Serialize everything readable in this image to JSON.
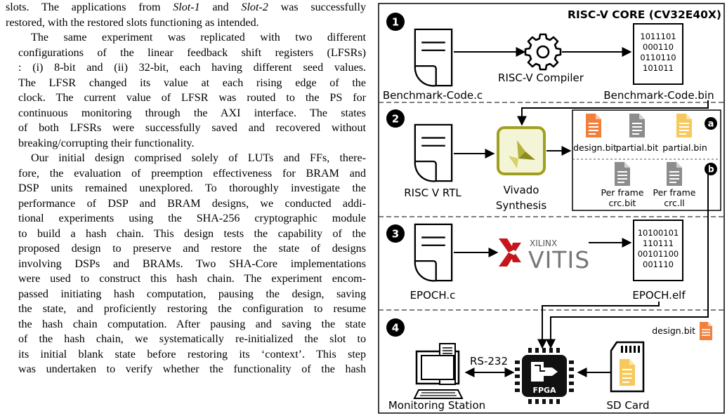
{
  "paragraphs": [
    {
      "indent": false,
      "lines": [
        "slots. The applications from Slot-1 and Slot-2 was successfully",
        "restored, with the restored slots functioning as intended."
      ]
    },
    {
      "indent": true,
      "lines": [
        "The same experiment was replicated with two different",
        "configurations of the linear feedback shift registers (LFSRs)",
        ": (i) 8-bit and (ii) 32-bit, each having different seed values.",
        "The LFSR changed its value at each rising edge of the",
        "clock. The current value of LFSR was routed to the PS for",
        "continuous monitoring through the AXI interface. The states",
        "of both LFSRs were successfully saved and recovered without",
        "breaking/corrupting their functionality."
      ]
    },
    {
      "indent": true,
      "lines": [
        "Our initial design comprised solely of LUTs and FFs, there-",
        "fore, the evaluation of preemption effectiveness for BRAM and",
        "DSP units remained unexplored. To thoroughly investigate the",
        "performance of DSP and BRAM designs, we conducted addi-",
        "tional experiments using the SHA-256 cryptographic module",
        "to build a hash chain. This design tests the capability of the",
        "proposed design to preserve and restore the state of designs",
        "involving DSPs and BRAMs. Two SHA-Core implementations",
        "were used to construct this hash chain. The experiment encom-",
        "passed initiating hash computation, pausing the design, saving",
        "the state, and proficiently restoring the configuration to resume",
        "the hash chain computation. After pausing and saving the state",
        "of the hash chain, we systematically re-initialized the slot to",
        "its initial blank state before restoring its ‘context’. This step",
        "was undertaken to verify whether the functionality of the hash"
      ]
    }
  ],
  "figure": {
    "title": "RISC-V CORE (CV32E40X)",
    "section_numbers": [
      "1",
      "2",
      "3",
      "4"
    ],
    "sub_labels": [
      "a",
      "b"
    ],
    "s1": {
      "source_label": "Benchmark-Code.c",
      "compiler_label": "RISC-V Compiler",
      "binary_label": "Benchmark-Code.bin",
      "binary_lines": [
        "1011101",
        "000110",
        "0110110",
        "101011"
      ]
    },
    "s2": {
      "rtl_label": "RISC V RTL",
      "synth_label_1": "Vivado",
      "synth_label_2": "Synthesis",
      "files_a": [
        "design.bit",
        "partial.bit",
        "partial.bin"
      ],
      "files_b": [
        [
          "Per frame",
          "crc.bit"
        ],
        [
          "Per frame",
          "crc.ll"
        ]
      ]
    },
    "s3": {
      "source_label": "EPOCH.c",
      "tool_top": "XILINX",
      "tool_main": "VITIS",
      "binary_label": "EPOCH.elf",
      "binary_lines": [
        "10100101",
        "110111",
        "00101100",
        "001110"
      ]
    },
    "s4": {
      "bitstream_label": "design.bit",
      "link_label": "RS-232",
      "chip_label": "FPGA",
      "station_label": "Monitoring Station",
      "card_label": "SD Card"
    },
    "colors": {
      "orange": "#F0803C",
      "gray": "#8C8C8C",
      "yellow": "#F7C95C",
      "vivado_border": "#A0A020",
      "vivado_fill": "#F3F5D6",
      "xilinx_red": "#C5161D"
    }
  }
}
